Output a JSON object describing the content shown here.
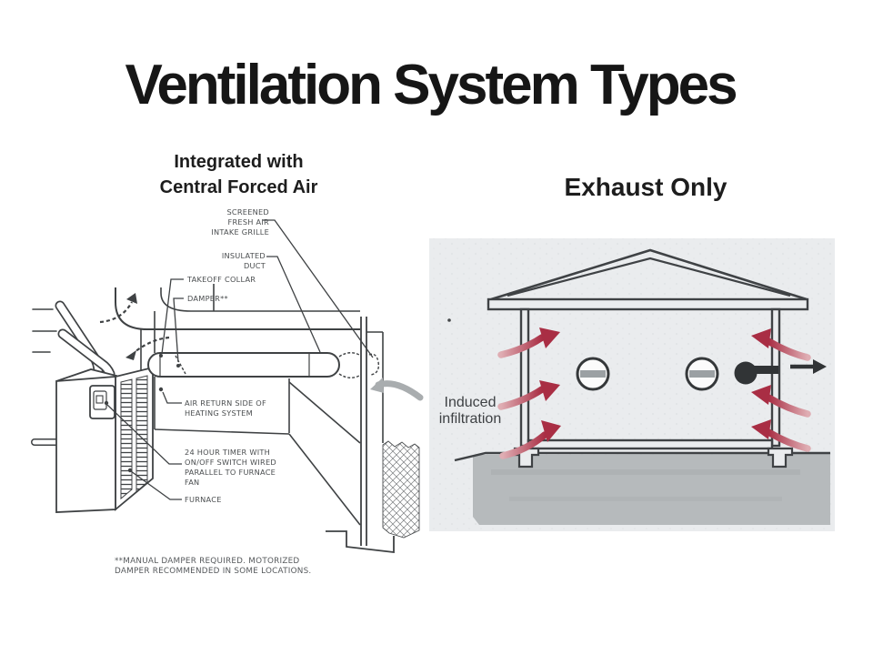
{
  "slide": {
    "title": "Ventilation System Types"
  },
  "left_figure": {
    "caption": [
      "Integrated with",
      "Central Forced Air"
    ],
    "labels": {
      "intake_grille": [
        "SCREENED",
        "FRESH AIR",
        "INTAKE GRILLE"
      ],
      "insulated_duct": [
        "INSULATED",
        "DUCT"
      ],
      "takeoff_collar": [
        "TAKEOFF COLLAR"
      ],
      "damper": [
        "DAMPER**"
      ],
      "air_return": [
        "AIR RETURN SIDE OF",
        "HEATING SYSTEM"
      ],
      "timer": [
        "24 HOUR TIMER WITH",
        "ON/OFF SWITCH WIRED",
        "PARALLEL TO FURNACE",
        "FAN"
      ],
      "furnace": [
        "FURNACE"
      ]
    },
    "footnote": [
      "**MANUAL DAMPER REQUIRED.  MOTORIZED",
      "DAMPER RECOMMENDED IN SOME LOCATIONS."
    ],
    "colors": {
      "line": "#3f4244",
      "gray_arrow": "#a9adaf"
    }
  },
  "right_figure": {
    "caption": "Exhaust Only",
    "label": [
      "Induced",
      "infiltration"
    ],
    "colors": {
      "background": "#eaecee",
      "ground": "#b6babc",
      "line": "#3f4245",
      "arrow_red": "#a92e44",
      "arrow_red_light": "#dfadb3",
      "fan_black": "#313436"
    }
  }
}
